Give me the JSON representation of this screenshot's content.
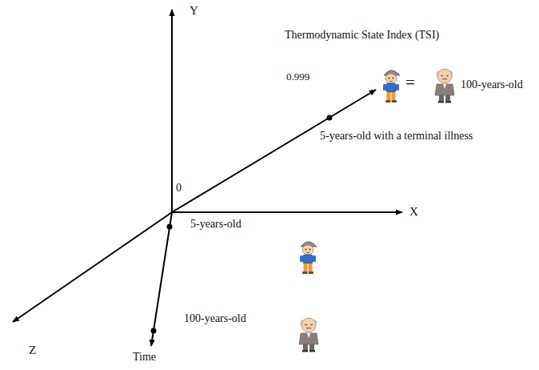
{
  "diagram": {
    "labels": [
      "Y",
      "Thermodynamic State Index (TSI)",
      "0.999",
      "=",
      "100-years-old",
      "5-years-old with a terminal illness",
      "0",
      "X",
      "5-years-old",
      "100-years-old",
      "Z",
      "Time"
    ]
  }
}
